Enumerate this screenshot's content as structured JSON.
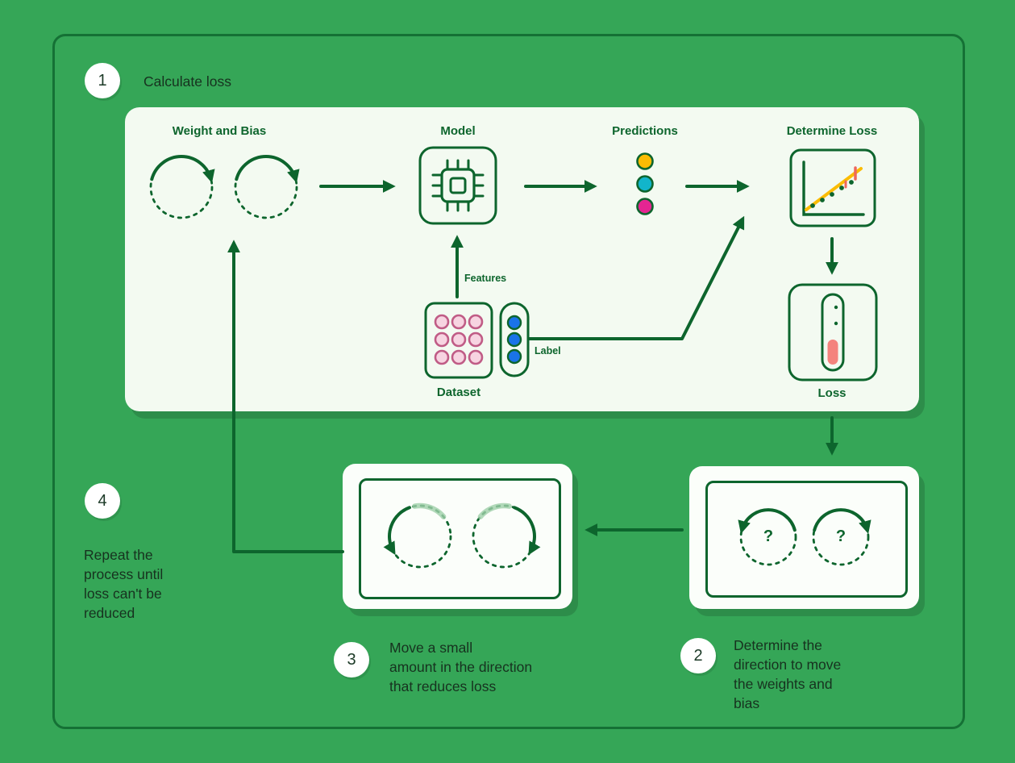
{
  "steps": {
    "step1": {
      "number": "1",
      "caption": "Calculate loss"
    },
    "step2": {
      "number": "2",
      "caption": "Determine the\ndirection to move\nthe weights and\nbias"
    },
    "step3": {
      "number": "3",
      "caption": "Move a small\namount in the direction\nthat reduces loss"
    },
    "step4": {
      "number": "4",
      "caption": "Repeat the\nprocess until\nloss can't be\nreduced"
    }
  },
  "labels": {
    "weight_and_bias": "Weight and Bias",
    "model": "Model",
    "predictions": "Predictions",
    "determine_loss": "Determine Loss",
    "loss": "Loss",
    "dataset": "Dataset",
    "features": "Features",
    "label": "Label",
    "question_mark": "?"
  },
  "colors": {
    "background": "#35A657",
    "outline": "#0D652D",
    "panel": "#F3FAF1",
    "accent_yellow": "#FBBC04",
    "accent_teal": "#12B5CB",
    "accent_magenta": "#E52592",
    "accent_blue": "#1A73E8",
    "loss_red": "#F4837D",
    "dataset_pink": "#C05C86"
  }
}
